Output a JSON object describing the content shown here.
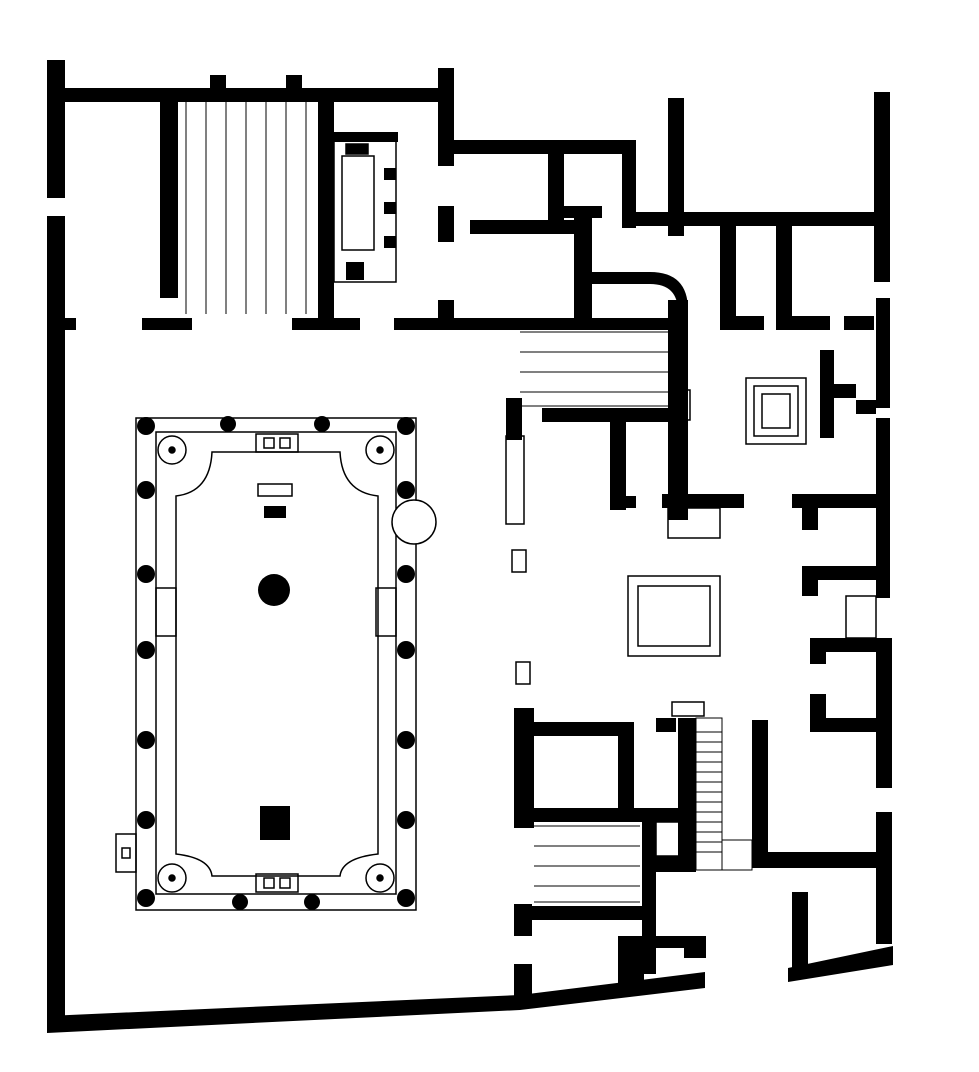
{
  "diagram": {
    "type": "architectural-floor-plan",
    "colors": {
      "wall": "#000000",
      "background": "#ffffff",
      "outline": "#000000"
    },
    "features": [
      "peristyle-courtyard",
      "columns",
      "central-pool",
      "rectangular-basin",
      "staircase-north",
      "staircase-central",
      "staircase-south",
      "narrow-stair",
      "impluvium",
      "small-basin"
    ]
  }
}
